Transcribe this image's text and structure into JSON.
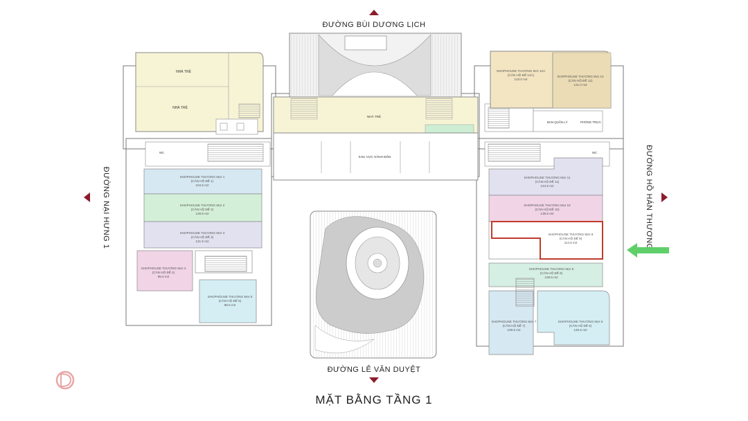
{
  "streets": {
    "top": "ĐƯỜNG BÙI DƯƠNG LỊCH",
    "bottom": "ĐƯỜNG LÊ VĂN DUYỆT",
    "left": "ĐƯỜNG NẠI HƯNG 1",
    "right": "ĐƯỜNG HỒ HÁN THƯƠNG"
  },
  "title": "MẶT BẰNG TẦNG 1",
  "colors": {
    "cream": "#f7f4d6",
    "beige": "#f3e5c2",
    "blue": "#d6e8f2",
    "green": "#d4efd8",
    "lavender": "#e2e1f0",
    "pink": "#f1d4e6",
    "lightblue": "#d4eef4",
    "red_highlight": "#c0392b",
    "arrow_green": "#5fcf6a",
    "marker": "#8b1c2c"
  },
  "rooms": {
    "nha_tre_1": "NHÀ TRẺ",
    "nha_tre_2": "NHÀ TRẺ",
    "nha_tre_3": "NHÀ TRẺ",
    "khu_vuc_sanh": "KHU VỰC SẢNH ĐÓN",
    "ban_quan_ly": "BAN QUẢN LÝ",
    "phong_truc": "PHÒNG TRỰC",
    "wc": "WC"
  },
  "units": [
    {
      "id": "u12a",
      "l1": "SHOPHOUSE THƯƠNG MẠI 12A",
      "l2": "(CĂN HỘ ĐẾ 12A)",
      "area": "123.0 m2"
    },
    {
      "id": "u12",
      "l1": "SHOPHOUSE THƯƠNG MẠI 12",
      "l2": "(CĂN HỘ ĐẾ 12)",
      "area": "121.0 m2"
    },
    {
      "id": "u11",
      "l1": "SHOPHOUSE THƯƠNG MẠI 11",
      "l2": "(CĂN HỘ ĐẾ 11)",
      "area": "124.5 m2"
    },
    {
      "id": "u10",
      "l1": "SHOPHOUSE THƯƠNG MẠI 10",
      "l2": "(CĂN HỘ ĐẾ 10)",
      "area": "138.5 m2"
    },
    {
      "id": "u9",
      "l1": "SHOPHOUSE THƯƠNG MẠI 9",
      "l2": "(CĂN HỘ ĐẾ 9)",
      "area": "114.5 m2"
    },
    {
      "id": "u8",
      "l1": "SHOPHOUSE THƯƠNG MẠI 8",
      "l2": "(CĂN HỘ ĐẾ 8)",
      "area": "109.5 m2"
    },
    {
      "id": "u7",
      "l1": "SHOPHOUSE THƯƠNG MẠI 7",
      "l2": "(CĂN HỘ ĐẾ 7)",
      "area": "109.5 m2"
    },
    {
      "id": "u6",
      "l1": "SHOPHOUSE THƯƠNG MẠI 6",
      "l2": "(CĂN HỘ ĐẾ 6)",
      "area": "126.5 m2"
    },
    {
      "id": "u1",
      "l1": "SHOPHOUSE THƯƠNG MẠI 1",
      "l2": "(CĂN HỘ ĐẾ 1)",
      "area": "104.5 m2"
    },
    {
      "id": "u2",
      "l1": "SHOPHOUSE THƯƠNG MẠI 2",
      "l2": "(CĂN HỘ ĐẾ 2)",
      "area": "129.5 m2"
    },
    {
      "id": "u3",
      "l1": "SHOPHOUSE THƯƠNG MẠI 3",
      "l2": "(CĂN HỘ ĐẾ 3)",
      "area": "121.5 m2"
    },
    {
      "id": "u4",
      "l1": "SHOPHOUSE THƯƠNG MẠI 4",
      "l2": "(CĂN HỘ ĐẾ 4)",
      "area": "95.5 m2"
    },
    {
      "id": "u5",
      "l1": "SHOPHOUSE THƯƠNG MẠI 5",
      "l2": "(CĂN HỘ ĐẾ 5)",
      "area": "88.5 m2"
    }
  ]
}
